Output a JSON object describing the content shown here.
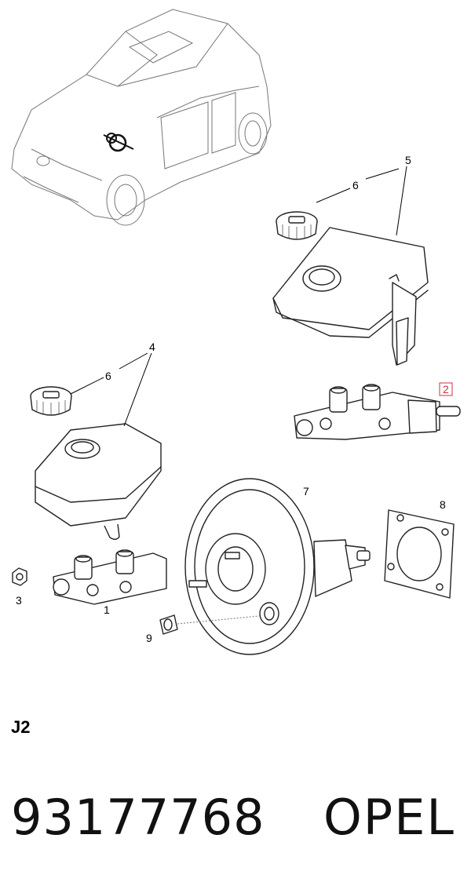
{
  "diagram": {
    "callouts": [
      {
        "id": "5",
        "label": "5"
      },
      {
        "id": "6a",
        "label": "6"
      },
      {
        "id": "2",
        "label": "2"
      },
      {
        "id": "4",
        "label": "4"
      },
      {
        "id": "6b",
        "label": "6"
      },
      {
        "id": "7",
        "label": "7"
      },
      {
        "id": "8",
        "label": "8"
      },
      {
        "id": "3",
        "label": "3"
      },
      {
        "id": "1",
        "label": "1"
      },
      {
        "id": "9",
        "label": "9"
      }
    ],
    "highlight_color": "#cc3344"
  },
  "footer": {
    "section_code": "J2",
    "part_number": "93177768",
    "brand": "OPEL"
  }
}
